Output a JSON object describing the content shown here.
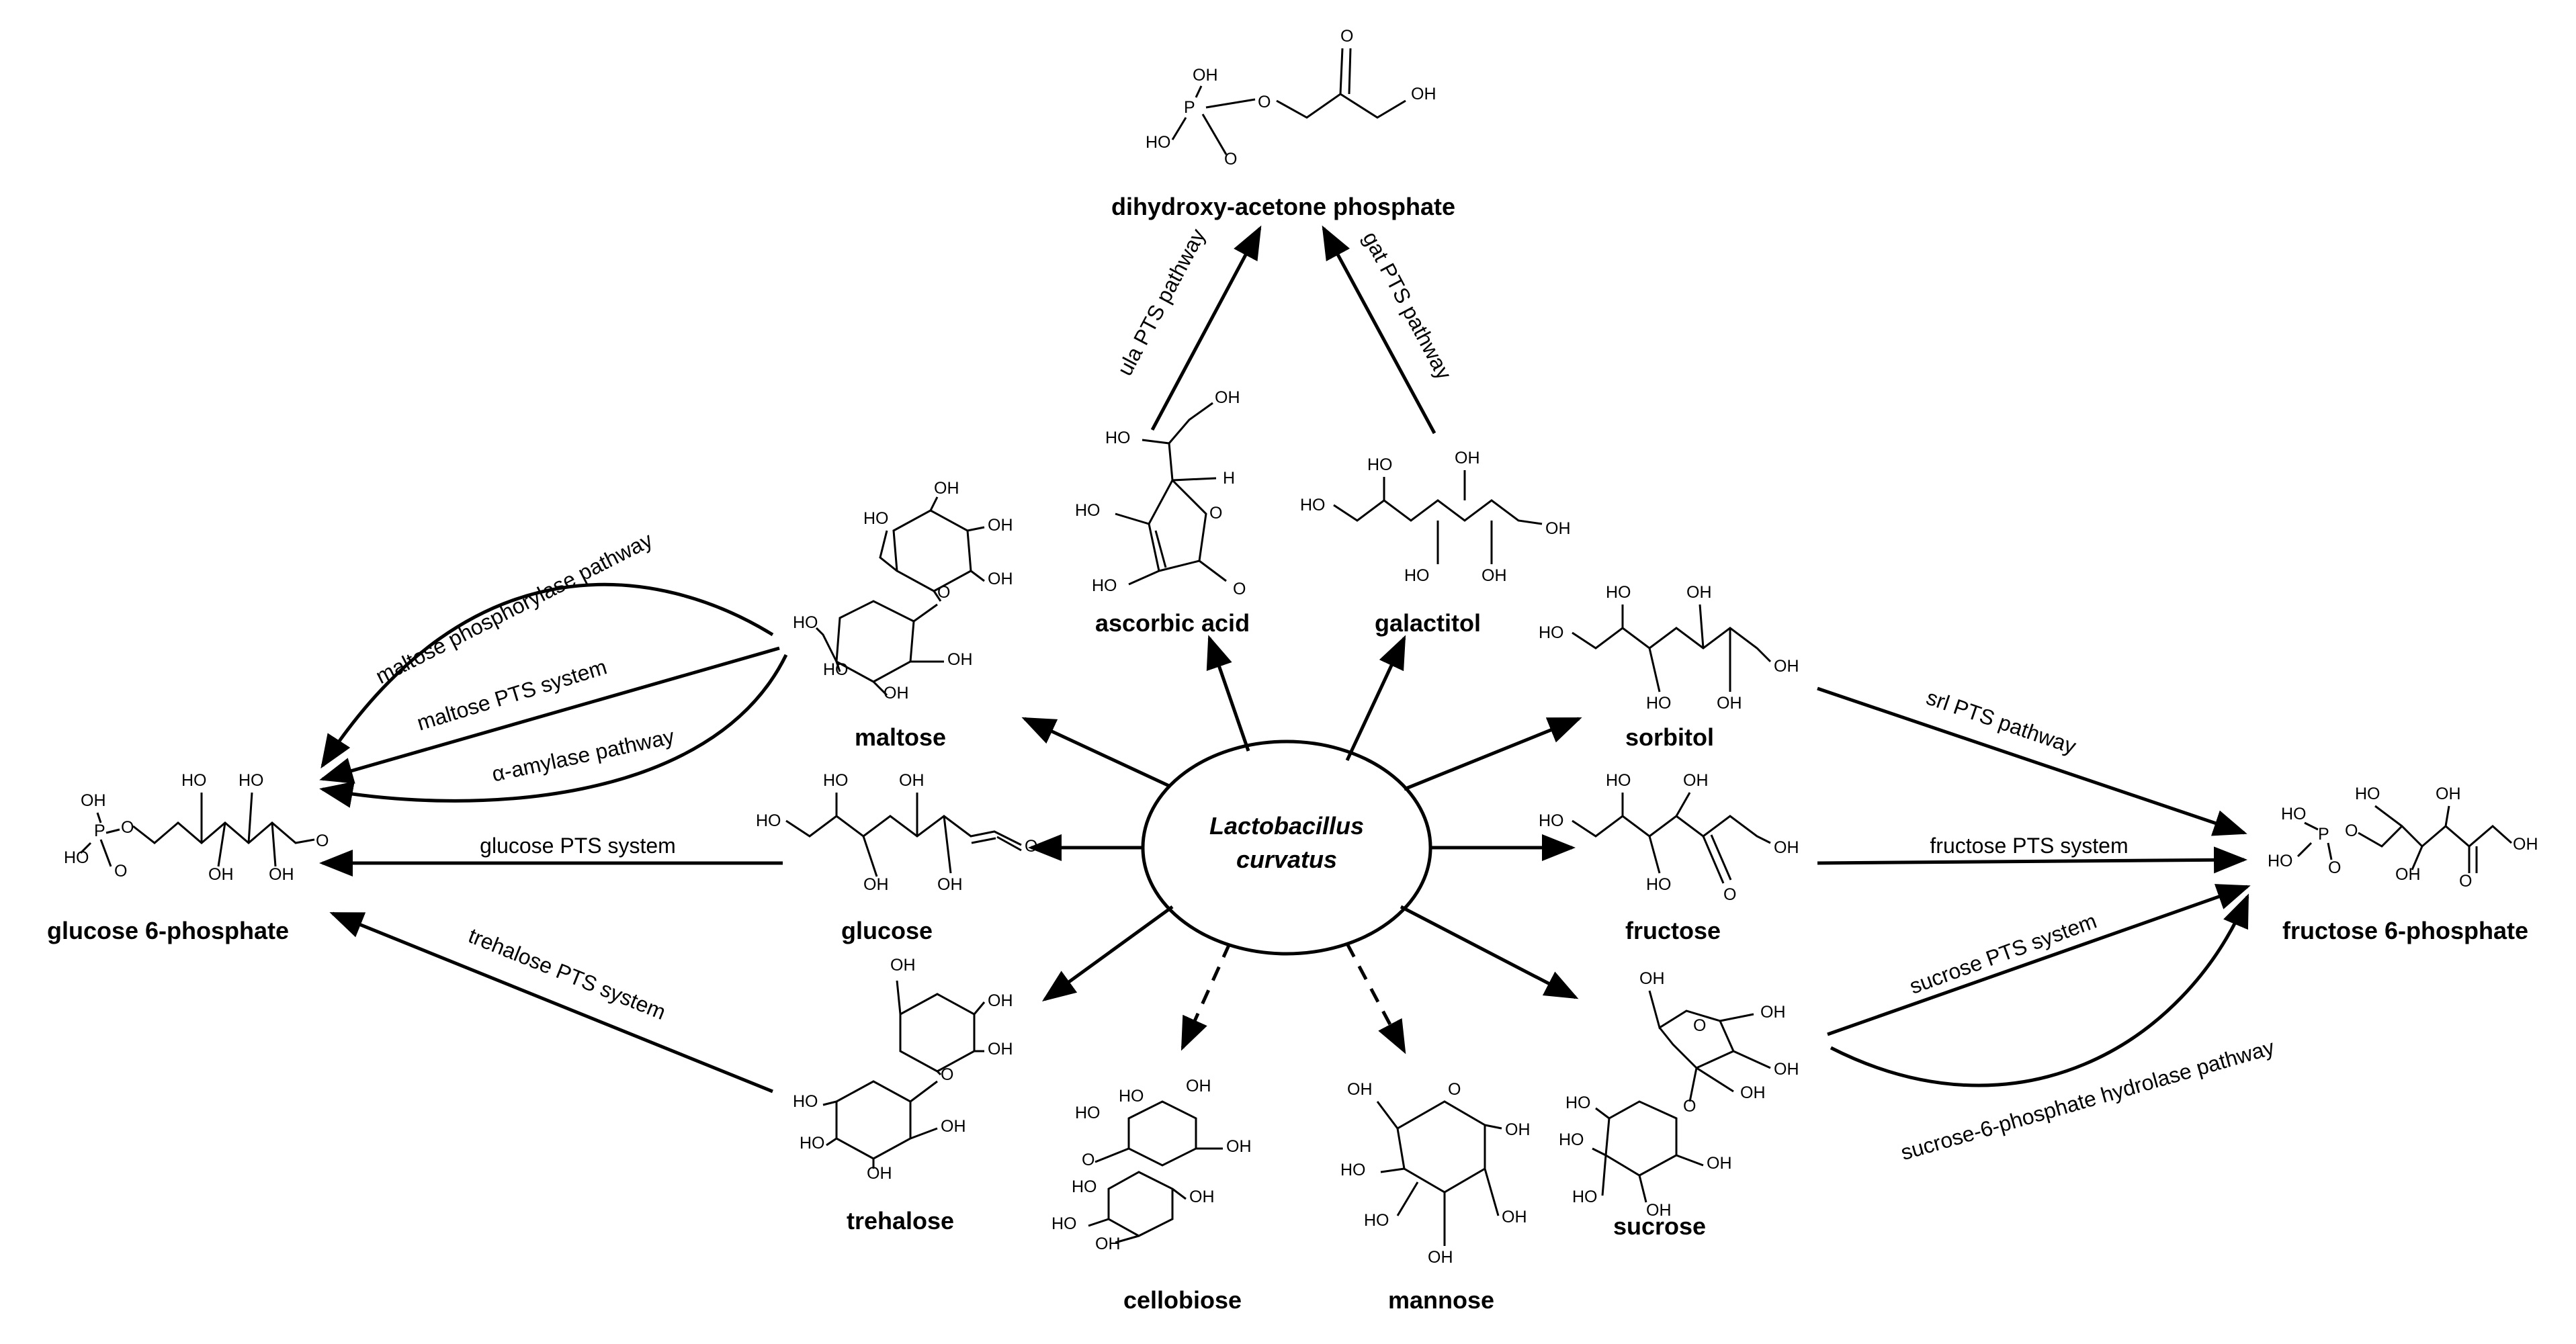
{
  "organism": {
    "line1": "Lactobacillus",
    "line2": "curvatus"
  },
  "compounds": {
    "dhap": "dihydroxy-acetone phosphate",
    "ascorbic_acid": "ascorbic acid",
    "galactitol": "galactitol",
    "maltose": "maltose",
    "glucose": "glucose",
    "trehalose": "trehalose",
    "cellobiose": "cellobiose",
    "mannose": "mannose",
    "sorbitol": "sorbitol",
    "fructose": "fructose",
    "sucrose": "sucrose",
    "g6p": "glucose 6-phosphate",
    "f6p": "fructose 6-phosphate"
  },
  "pathways": {
    "ula": "ula PTS pathway",
    "gat": "gat PTS pathway",
    "maltose_phosphorylase": "maltose phosphorylase pathway",
    "maltose_pts": "maltose PTS system",
    "alpha_amylase": "α-amylase pathway",
    "glucose_pts": "glucose PTS system",
    "trehalose_pts": "trehalose PTS system",
    "srl": "srl PTS pathway",
    "fructose_pts": "fructose PTS system",
    "sucrose_pts": "sucrose PTS system",
    "sucrose6p": "sucrose-6-phosphate hydrolase pathway"
  },
  "atoms": {
    "oh": "OH",
    "ho": "HO",
    "o": "O",
    "p": "P",
    "h": "H"
  }
}
